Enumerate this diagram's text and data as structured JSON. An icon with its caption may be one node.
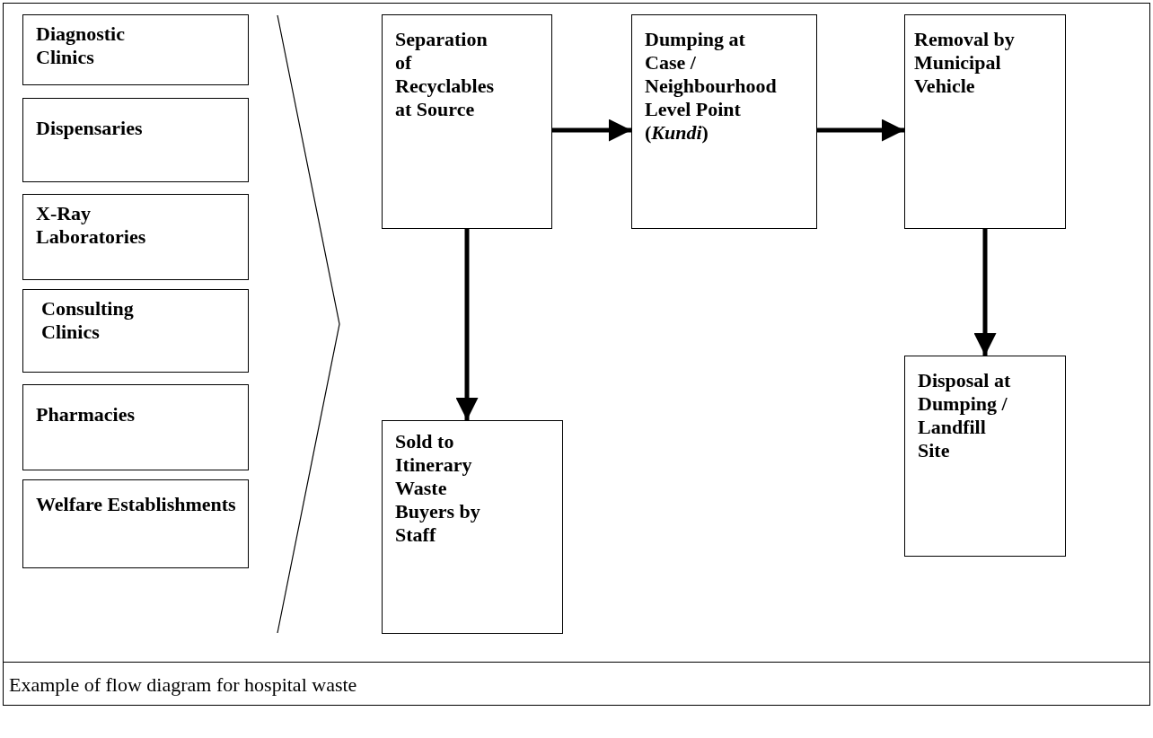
{
  "diagram": {
    "caption": "Example of flow diagram for hospital waste",
    "nodes": [
      {
        "text": [
          "Diagnostic Clinics"
        ]
      },
      {
        "text": [
          "Dispensaries"
        ]
      },
      {
        "text": [
          "X-Ray Laboratories"
        ]
      },
      {
        "text": [
          "Consulting Clinics"
        ]
      },
      {
        "text": [
          "Pharmacies"
        ]
      },
      {
        "text": [
          "Welfare Establishments"
        ]
      },
      {
        "text": [],
        "shape": "chevron"
      },
      {
        "text": [
          "Separation of Recyclables at Source"
        ]
      },
      {
        "text": [
          "Dumping at Case / Neighbourhood Level Point (*Kundi*)"
        ]
      },
      {
        "text": [
          "Removal by Municipal Vehicle"
        ]
      },
      {
        "text": [
          "Sold to Itinerary Waste Buyers by Staff"
        ]
      },
      {
        "text": [
          "Disposal at Dumping / Landfill Site"
        ]
      }
    ],
    "edges": [
      {
        "from": 7,
        "to": 8,
        "arrow": "to"
      },
      {
        "from": 8,
        "to": 9,
        "arrow": "to"
      },
      {
        "from": 7,
        "to": 10,
        "arrow": "to"
      },
      {
        "from": 9,
        "to": 11,
        "arrow": "to"
      }
    ]
  }
}
